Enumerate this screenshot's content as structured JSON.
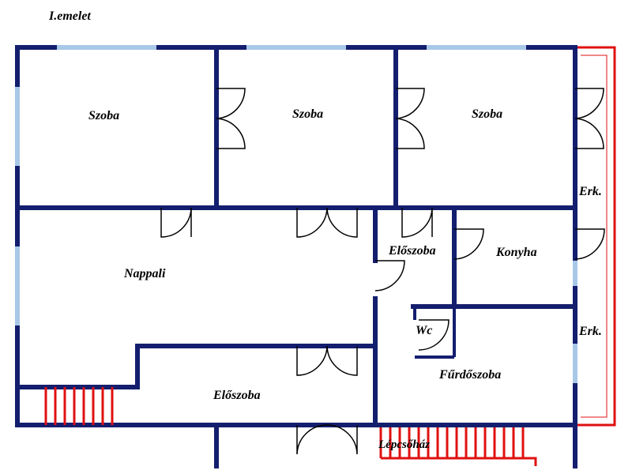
{
  "floor_title": "I.emelet",
  "rooms": {
    "szoba_1": "Szoba",
    "szoba_2": "Szoba",
    "szoba_3": "Szoba",
    "nappali": "Nappali",
    "eloszoba_upper": "Előszoba",
    "konyha": "Konyha",
    "wc": "Wc",
    "furdoszoba": "Fűrdőszoba",
    "eloszoba_lower": "Előszoba",
    "lepcsohaz": "Lépcsőház",
    "erkely_1": "Erk.",
    "erkely_2": "Erk."
  },
  "colors": {
    "wall": "#141e6e",
    "window": "#a8c8e8",
    "railing": "#e01010",
    "door": "#000000"
  }
}
